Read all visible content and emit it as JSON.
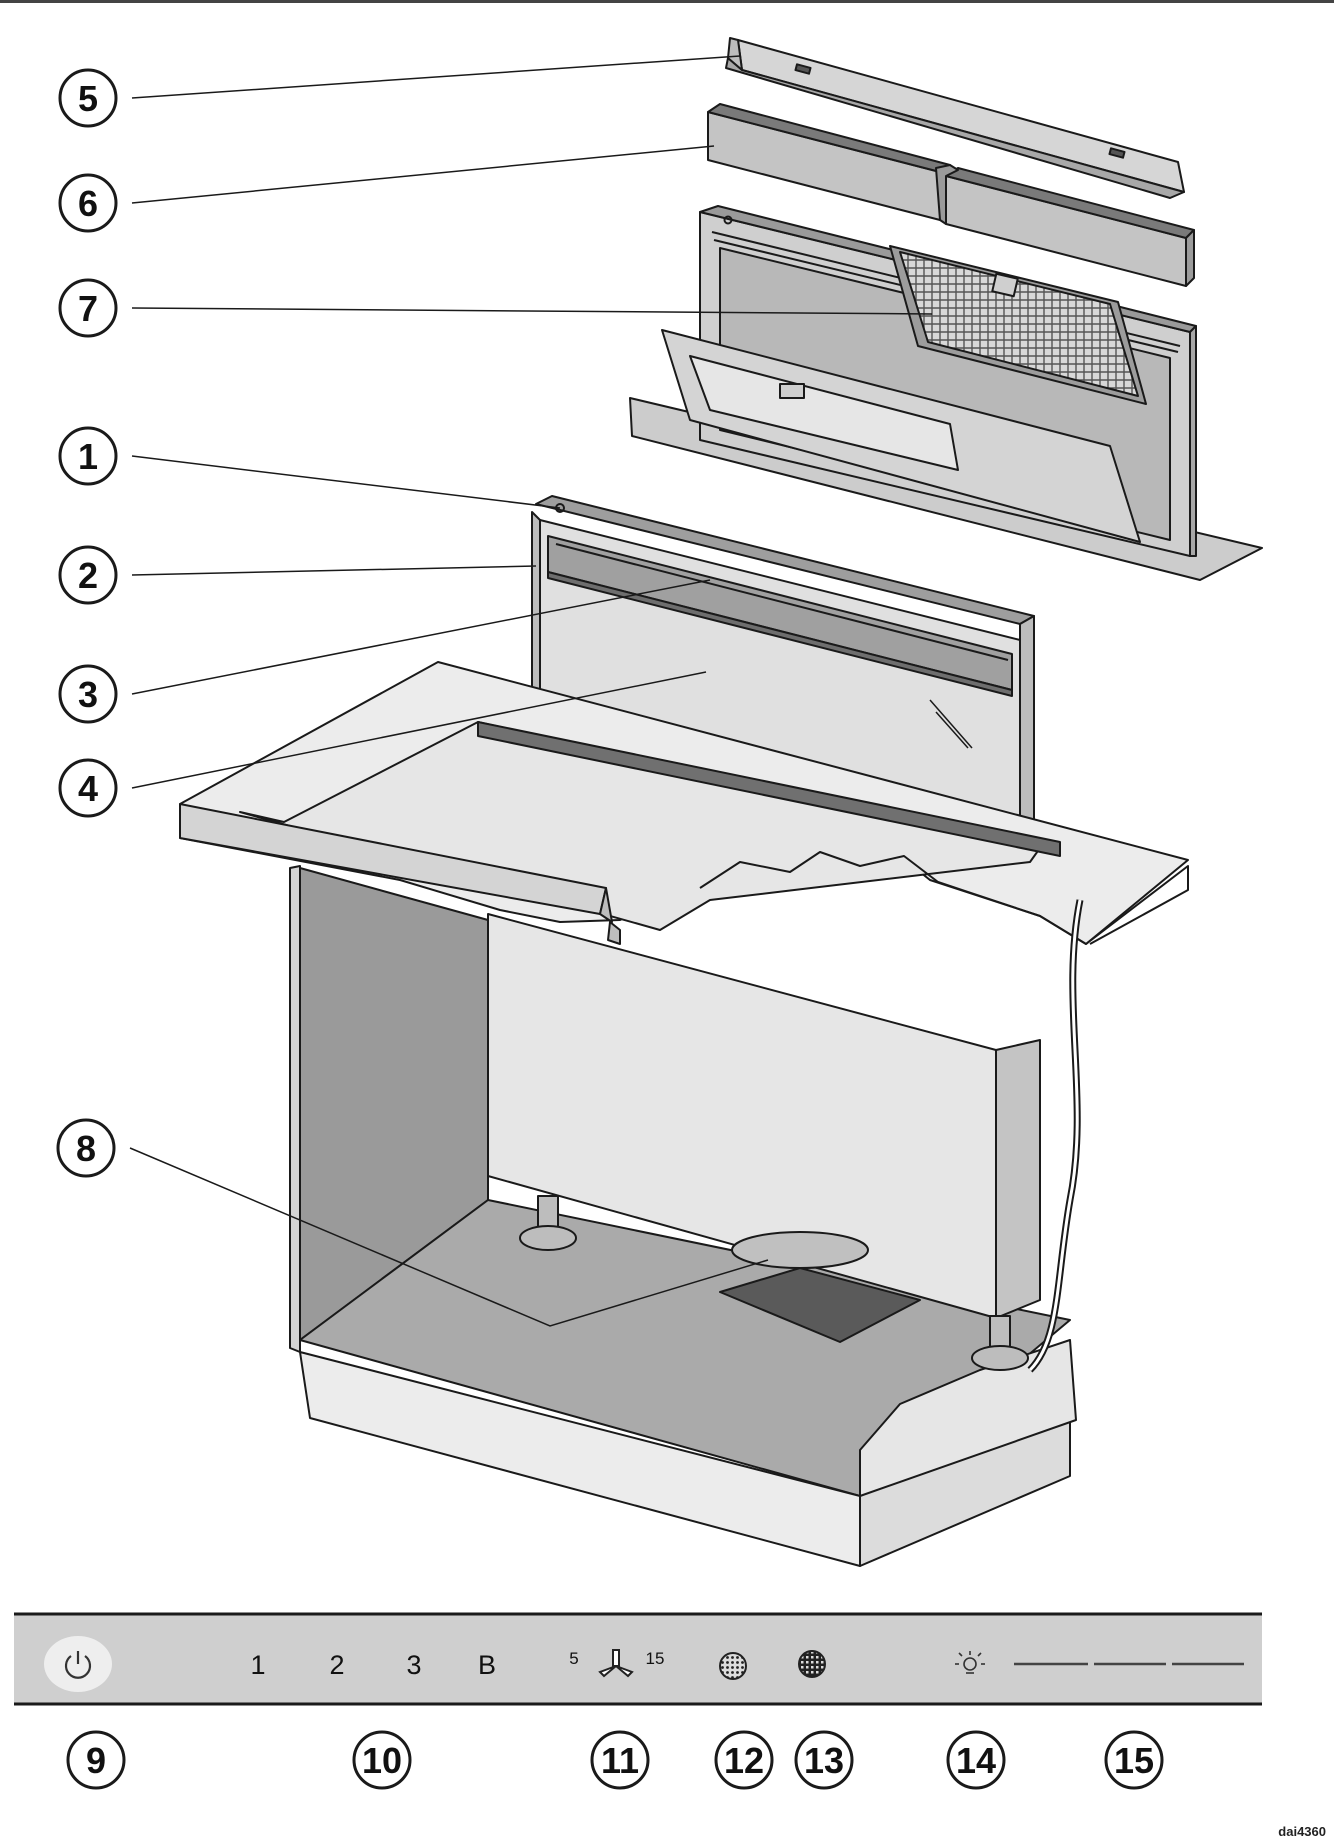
{
  "callouts": {
    "c1": "1",
    "c2": "2",
    "c3": "3",
    "c4": "4",
    "c5": "5",
    "c6": "6",
    "c7": "7",
    "c8": "8",
    "c9": "9",
    "c10": "10",
    "c11": "11",
    "c12": "12",
    "c13": "13",
    "c14": "14",
    "c15": "15"
  },
  "control_panel": {
    "power_icon": "power-icon",
    "fan_levels": [
      "1",
      "2",
      "3",
      "B"
    ],
    "timer_min_label": "5",
    "timer_max_label": "15",
    "fan_icon": "fan-icon",
    "grease_filter_icon": "grease-filter-icon",
    "odour_filter_icon": "odour-filter-icon",
    "light_icon": "light-icon",
    "light_segments": 3
  },
  "drawing_ref": "dai4360",
  "colors": {
    "line": "#1a1a1a",
    "part_fill": "#c8c8c8",
    "light_fill": "#e2e2e2",
    "dark_fill": "#8c8c8c",
    "panel_fill": "#cfcfcf"
  }
}
